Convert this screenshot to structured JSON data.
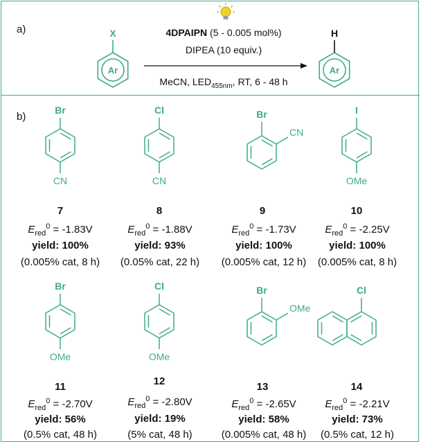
{
  "panel_a": {
    "label": "a)",
    "substrate": {
      "substituent": "X",
      "ring": "Ar"
    },
    "product": {
      "substituent": "H",
      "ring": "Ar"
    },
    "catalyst_name": "4DPAIPN",
    "catalyst_loading": " (5 - 0.005 mol%)",
    "reagent": "DIPEA (10 equiv.)",
    "conditions_pre": "MeCN, LED",
    "conditions_sub": "455nm",
    "conditions_post": ", RT, 6 - 48 h"
  },
  "panel_b": {
    "label": "b)",
    "e_label": "E",
    "e_sub": "red",
    "e_sup": "0",
    "yield_label": "yield: ",
    "compounds": [
      {
        "num": "7",
        "top": "Br",
        "bottom": "CN",
        "side": "",
        "e_value": " = -1.83V",
        "yield": "100%",
        "cond": "(0.005% cat, 8 h)"
      },
      {
        "num": "8",
        "top": "Cl",
        "bottom": "CN",
        "side": "",
        "e_value": " = -1.88V",
        "yield": "93%",
        "cond": "(0.05% cat, 22 h)"
      },
      {
        "num": "9",
        "top": "Br",
        "bottom": "",
        "side": "CN",
        "e_value": " = -1.73V",
        "yield": "100%",
        "cond": "(0.005% cat, 12 h)"
      },
      {
        "num": "10",
        "top": "I",
        "bottom": "OMe",
        "side": "",
        "e_value": " = -2.25V",
        "yield": "100%",
        "cond": "(0.005% cat, 8 h)"
      },
      {
        "num": "11",
        "top": "Br",
        "bottom": "OMe",
        "side": "",
        "e_value": " = -2.70V",
        "yield": "56%",
        "cond": "(0.5% cat, 48 h)"
      },
      {
        "num": "12",
        "top": "Cl",
        "bottom": "OMe",
        "side": "",
        "e_value": " = -2.80V",
        "yield": "19%",
        "cond": "(5% cat, 48 h)"
      },
      {
        "num": "13",
        "top": "Br",
        "bottom": "",
        "side": "OMe",
        "e_value": " = -2.65V",
        "yield": "58%",
        "cond": "(0.005% cat, 48 h)"
      },
      {
        "num": "14",
        "top": "Cl",
        "bottom": "",
        "side": "",
        "e_value": " = -2.21V",
        "yield": "73%",
        "cond": "(0.5% cat, 12 h)"
      }
    ]
  },
  "colors": {
    "structure": "#3daa8e",
    "frame": "#3daa8e",
    "bulb": "#f2d229"
  },
  "icons": {
    "light": "light-bulb-icon"
  }
}
